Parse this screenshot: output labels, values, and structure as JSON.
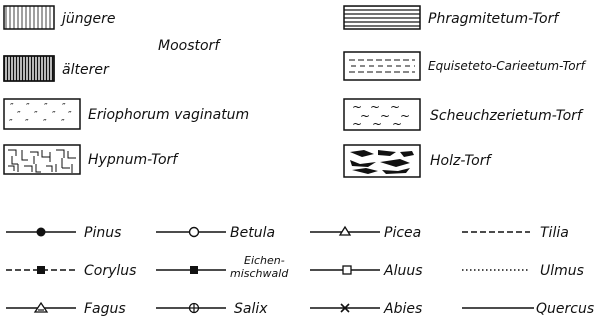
{
  "peat_legend": {
    "moss_young": "jüngere",
    "moss_group": "Moostorf",
    "moss_old": "älterer",
    "eriophorum": "Eriophorum vaginatum",
    "hypnum": "Hypnum-Torf",
    "phragmitetum": "Phragmitetum-Torf",
    "equiseteto": "Equiseteto-Carieetum-Torf",
    "scheuchzerietum": "Scheuchzerietum-Torf",
    "holz": "Holz-Torf"
  },
  "pollen_legend": {
    "pinus": "Pinus",
    "betula": "Betula",
    "picea": "Picea",
    "tilia": "Tilia",
    "corylus": "Corylus",
    "eichen_1": "Eichen-",
    "eichen_2": "mischwald",
    "aluus": "Aluus",
    "ulmus": "Ulmus",
    "fagus": "Fagus",
    "salix": "Salix",
    "abies": "Abies",
    "quercus": "Quercus"
  }
}
